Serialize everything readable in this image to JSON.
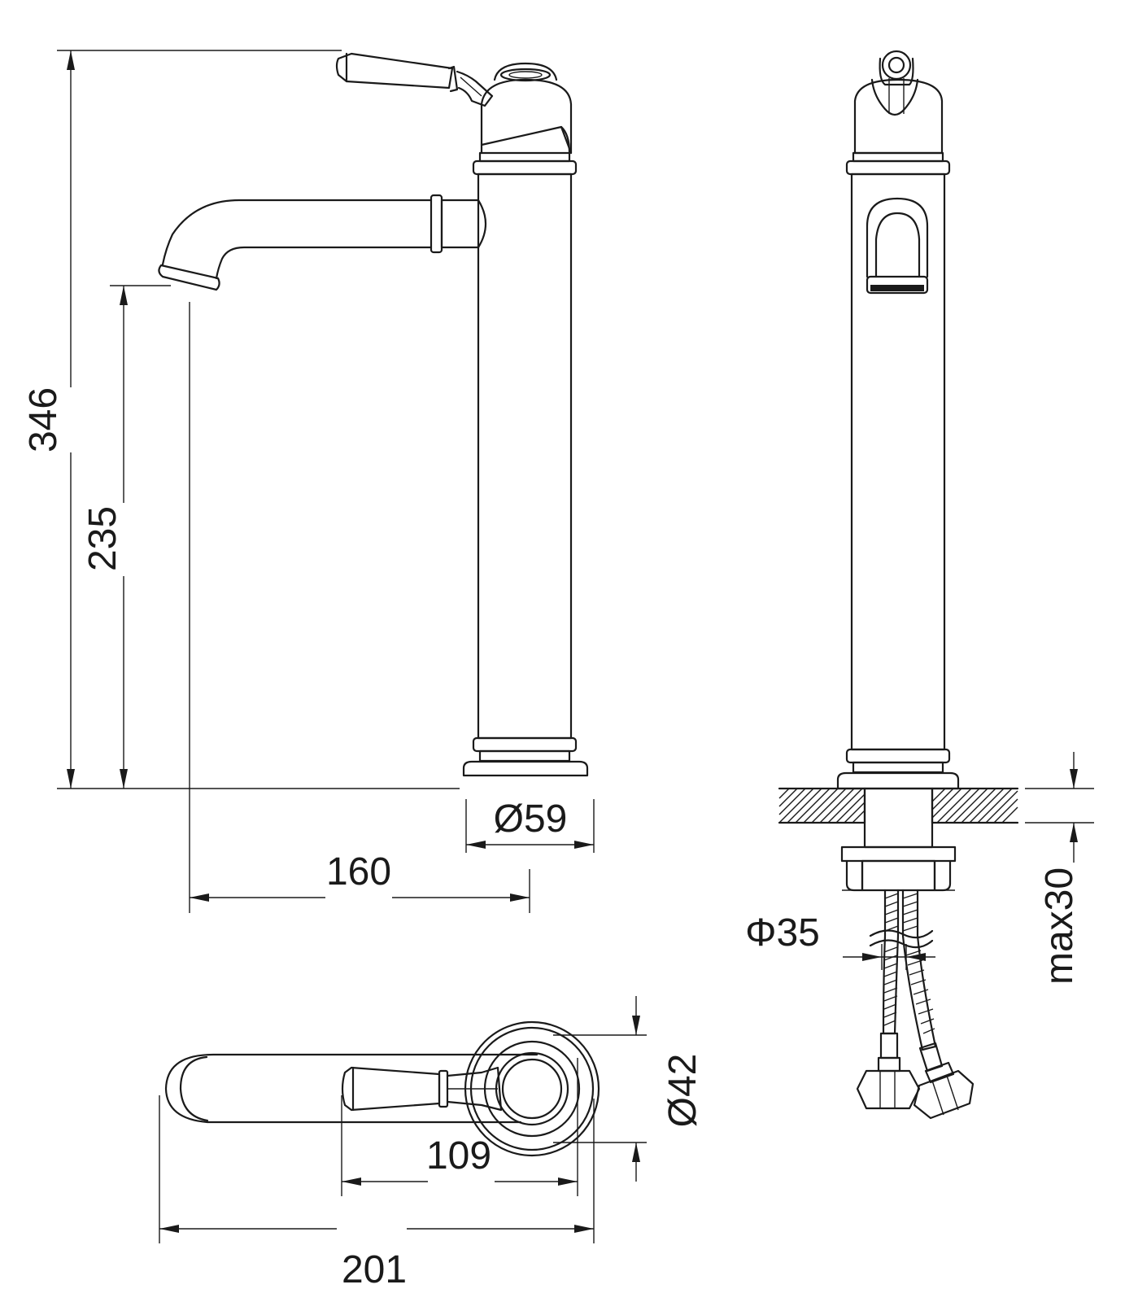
{
  "dimensions": {
    "total_height": "346",
    "spout_height": "235",
    "base_diameter": "Ø59",
    "spout_reach": "160",
    "hose_diameter": "Φ35",
    "max_counter": "max30",
    "body_diameter": "Ø42",
    "lever_to_body": "109",
    "overall_length": "201"
  }
}
